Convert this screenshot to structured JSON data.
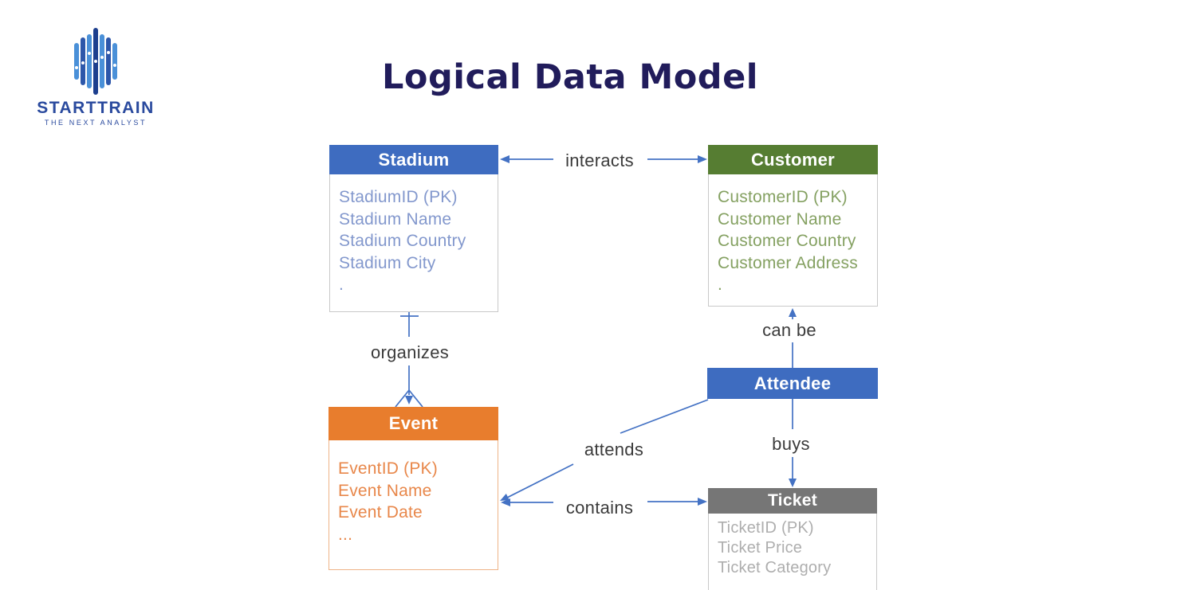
{
  "page": {
    "title": "Logical Data Model"
  },
  "logo": {
    "name": "STARTTRAIN",
    "tagline": "THE NEXT ANALYST"
  },
  "colors": {
    "title_text": "#211c5b",
    "connector_blue": "#4472c4",
    "label_text": "#3b3b3b",
    "stadium_header": "#3e6cc0",
    "customer_header": "#567d32",
    "event_header": "#e87d2d",
    "attendee_header": "#3e6cc0",
    "ticket_header": "#767676",
    "stadium_attr_text": "#8398cd",
    "customer_attr_text": "#85a162",
    "event_attr_text": "#e8874a",
    "ticket_attr_text": "#aeaeae"
  },
  "entities": [
    {
      "id": "stadium",
      "title": "Stadium",
      "header_color": "#3e6cc0",
      "attr_color": "#8398cd",
      "attributes": [
        "StadiumID (PK)",
        "Stadium Name",
        "Stadium Country",
        "Stadium City",
        "."
      ]
    },
    {
      "id": "customer",
      "title": "Customer",
      "header_color": "#567d32",
      "attr_color": "#85a162",
      "attributes": [
        "CustomerID (PK)",
        "Customer Name",
        "Customer Country",
        "Customer Address",
        "."
      ]
    },
    {
      "id": "event",
      "title": "Event",
      "header_color": "#e87d2d",
      "attr_color": "#e8874a",
      "attributes": [
        "EventID (PK)",
        "Event Name",
        "Event Date",
        "..."
      ]
    },
    {
      "id": "attendee",
      "title": "Attendee",
      "header_color": "#3e6cc0",
      "attr_color": "",
      "attributes": []
    },
    {
      "id": "ticket",
      "title": "Ticket",
      "header_color": "#767676",
      "attr_color": "#aeaeae",
      "attributes": [
        "TicketID (PK)",
        "Ticket Price",
        "Ticket Category"
      ]
    }
  ],
  "relationships": [
    {
      "label": "interacts",
      "from": "Stadium",
      "to": "Customer"
    },
    {
      "label": "organizes",
      "from": "Stadium",
      "to": "Event"
    },
    {
      "label": "can be",
      "from": "Attendee",
      "to": "Customer"
    },
    {
      "label": "attends",
      "from": "Attendee",
      "to": "Event"
    },
    {
      "label": "buys",
      "from": "Attendee",
      "to": "Ticket"
    },
    {
      "label": "contains",
      "from": "Event",
      "to": "Ticket"
    }
  ]
}
